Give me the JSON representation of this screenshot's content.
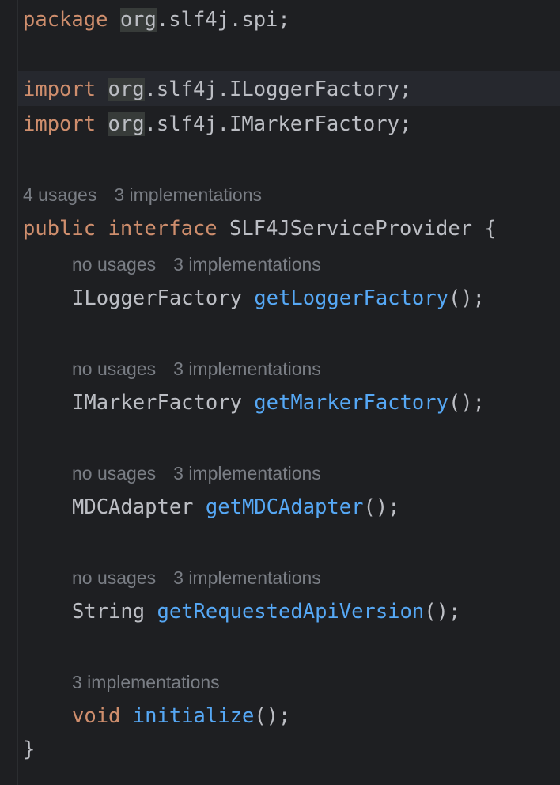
{
  "package_line": {
    "keyword": "package",
    "org": "org",
    "rest": ".slf4j.spi;"
  },
  "imports": [
    {
      "keyword": "import",
      "org": "org",
      "rest": ".slf4j.ILoggerFactory;"
    },
    {
      "keyword": "import",
      "org": "org",
      "rest": ".slf4j.IMarkerFactory;"
    }
  ],
  "interface_hint": {
    "usages": "4 usages",
    "implementations": "3 implementations"
  },
  "interface_decl": {
    "public_kw": "public",
    "interface_kw": "interface",
    "name": "SLF4JServiceProvider",
    "open_brace": "{"
  },
  "methods": [
    {
      "usages": "no usages",
      "implementations": "3 implementations",
      "return_type": "ILoggerFactory",
      "name": "getLoggerFactory",
      "suffix": "();"
    },
    {
      "usages": "no usages",
      "implementations": "3 implementations",
      "return_type": "IMarkerFactory",
      "name": "getMarkerFactory",
      "suffix": "();"
    },
    {
      "usages": "no usages",
      "implementations": "3 implementations",
      "return_type": "MDCAdapter",
      "name": "getMDCAdapter",
      "suffix": "();"
    },
    {
      "usages": "no usages",
      "implementations": "3 implementations",
      "return_type": "String",
      "name": "getRequestedApiVersion",
      "suffix": "();"
    },
    {
      "implementations": "3 implementations",
      "return_type": "void",
      "name": "initialize",
      "suffix": "();"
    }
  ],
  "close_brace": "}",
  "colors": {
    "background": "#1e1f22",
    "keyword": "#cf8e6d",
    "method": "#56a8f5",
    "text": "#bcbec4",
    "hint": "#7a7e85"
  }
}
